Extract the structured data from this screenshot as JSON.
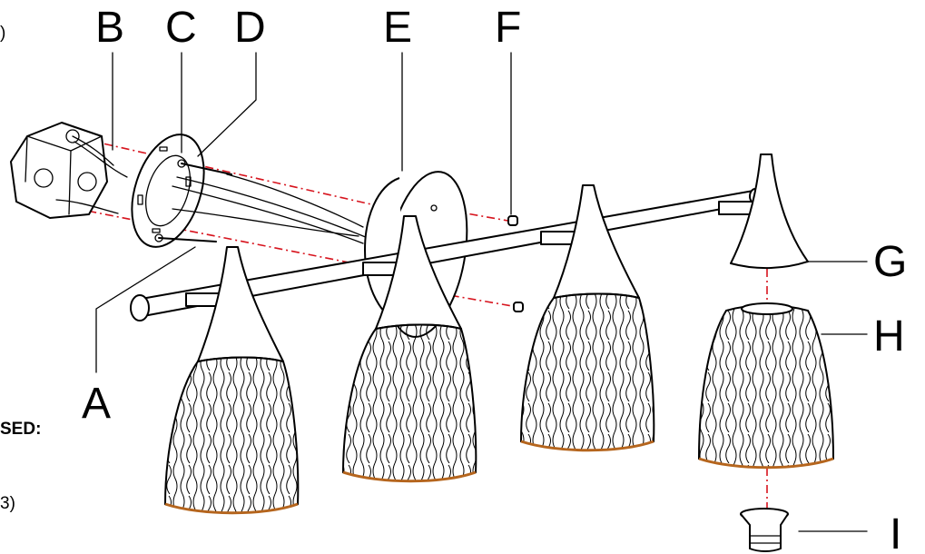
{
  "labels": {
    "a": "A",
    "b": "B",
    "c": "C",
    "d": "D",
    "e": "E",
    "f": "F",
    "g": "G",
    "h": "H",
    "i": "I"
  },
  "margin_text": {
    "top": ")",
    "middle": "SED:",
    "bottom": "3)"
  },
  "colors": {
    "alignment_line": "#d7141e",
    "shade_rim": "#b5651d",
    "outline": "#000000"
  }
}
